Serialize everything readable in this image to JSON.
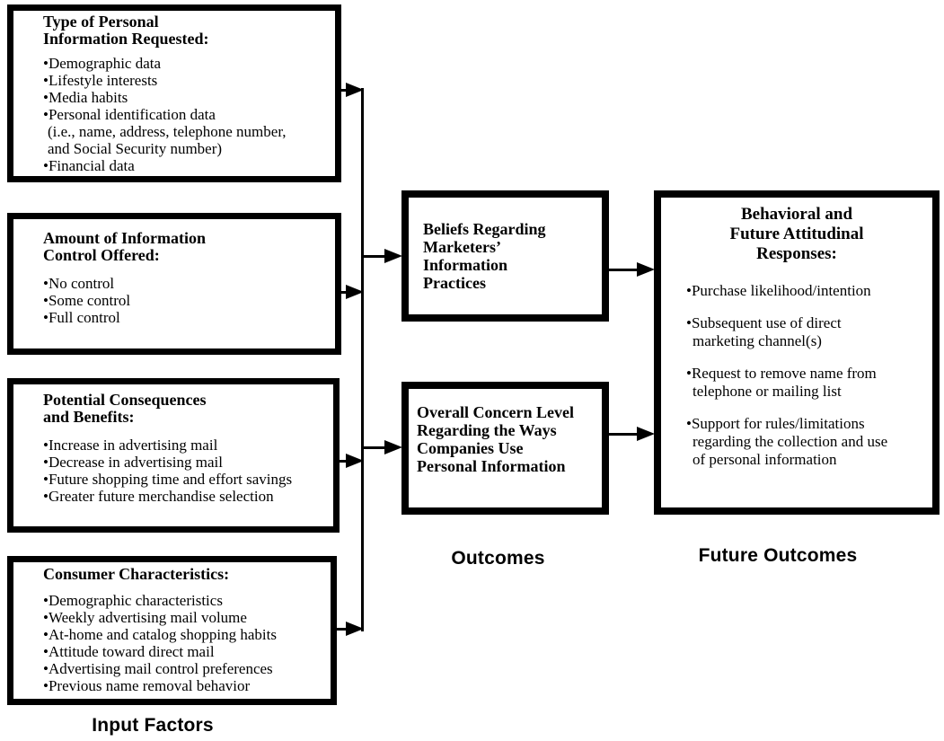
{
  "input_factors": {
    "section_label": "Input Factors",
    "boxes": [
      {
        "heading": "Type of Personal\nInformation Requested:",
        "items": [
          "Demographic data",
          "Lifestyle interests",
          "Media habits",
          "Personal identification data\n(i.e., name, address, telephone number,\nand Social Security number)",
          "Financial data"
        ]
      },
      {
        "heading": "Amount of Information\nControl Offered:",
        "items": [
          "No control",
          "Some control",
          "Full control"
        ]
      },
      {
        "heading": "Potential Consequences\nand Benefits:",
        "items": [
          "Increase in advertising mail",
          "Decrease in advertising mail",
          "Future shopping time and effort savings",
          "Greater future merchandise selection"
        ]
      },
      {
        "heading": "Consumer Characteristics:",
        "items": [
          "Demographic characteristics",
          "Weekly advertising mail volume",
          "At-home and catalog shopping habits",
          "Attitude toward direct mail",
          "Advertising mail control preferences",
          "Previous name removal behavior"
        ]
      }
    ]
  },
  "outcomes": {
    "section_label": "Outcomes",
    "boxes": [
      {
        "text": "Beliefs Regarding\nMarketers’\nInformation\nPractices"
      },
      {
        "text": "Overall Concern Level\nRegarding the Ways\nCompanies Use\nPersonal Information"
      }
    ]
  },
  "future_outcomes": {
    "section_label": "Future Outcomes",
    "box": {
      "heading": "Behavioral and\nFuture Attitudinal\nResponses:",
      "items": [
        "Purchase likelihood/intention",
        "Subsequent use of direct\nmarketing channel(s)",
        "Request to remove name from\ntelephone or mailing list",
        "Support for rules/limitations\nregarding the collection and use\nof personal information"
      ]
    }
  },
  "colors": {
    "ink": "#000000",
    "background": "#ffffff"
  }
}
